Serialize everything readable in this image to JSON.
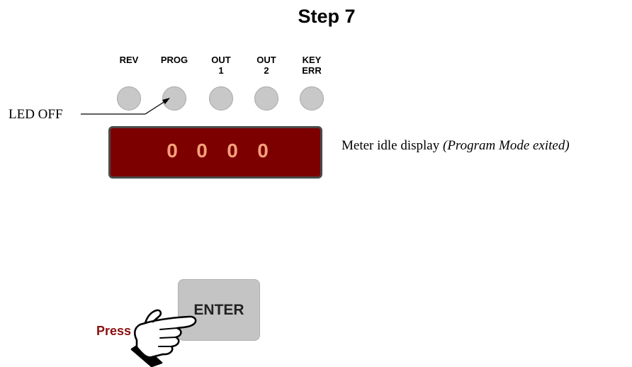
{
  "title": "Step 7",
  "leds": [
    {
      "line1": "",
      "line2": "REV"
    },
    {
      "line1": "",
      "line2": "PROG"
    },
    {
      "line1": "OUT",
      "line2": "1"
    },
    {
      "line1": "OUT",
      "line2": "2"
    },
    {
      "line1": "KEY",
      "line2": "ERR"
    }
  ],
  "led_off_label": "LED OFF",
  "display": {
    "digits": [
      "0",
      "0",
      "0",
      "0"
    ],
    "background_color": "#7d0000",
    "digit_color": "#f7a07a"
  },
  "meter_caption": {
    "text": "Meter idle display ",
    "italic": "(Program Mode exited)"
  },
  "enter_button_label": "ENTER",
  "press_label": "Press",
  "icons": [
    "hand-pointer-icon"
  ]
}
